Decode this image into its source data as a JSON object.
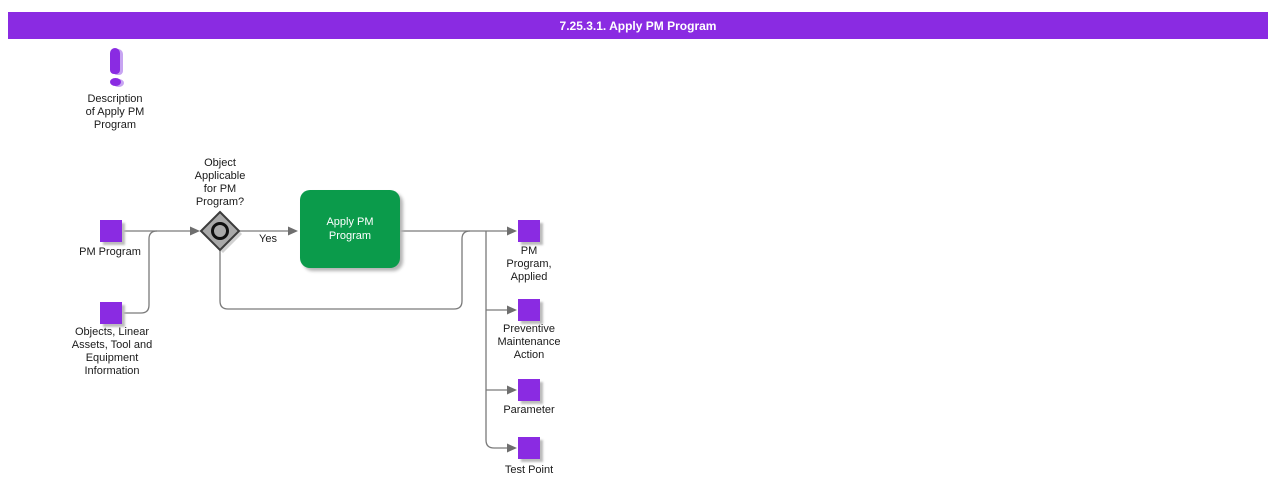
{
  "header": {
    "title": "7.25.3.1. Apply PM Program"
  },
  "colors": {
    "purple_accent": "#8A2BE2",
    "activity_green": "#0B9B4B",
    "connector_gray": "#7a7a7a",
    "diamond_gray": "#a9a9a9",
    "title_text": "#ffffff",
    "label_text": "#1a1a1a"
  },
  "annotation": {
    "icon": "exclamation-icon",
    "label": "Description\nof Apply PM\nProgram"
  },
  "inputs": [
    {
      "label": "PM Program"
    },
    {
      "label": "Objects, Linear\nAssets, Tool and\nEquipment\nInformation"
    }
  ],
  "decision": {
    "question": "Object\nApplicable\nfor PM\nProgram?",
    "yes_label": "Yes"
  },
  "activity": {
    "label": "Apply PM\nProgram"
  },
  "outputs": [
    {
      "label": "PM\nProgram,\nApplied"
    },
    {
      "label": "Preventive\nMaintenance\nAction"
    },
    {
      "label": "Parameter"
    },
    {
      "label": "Test Point"
    }
  ]
}
